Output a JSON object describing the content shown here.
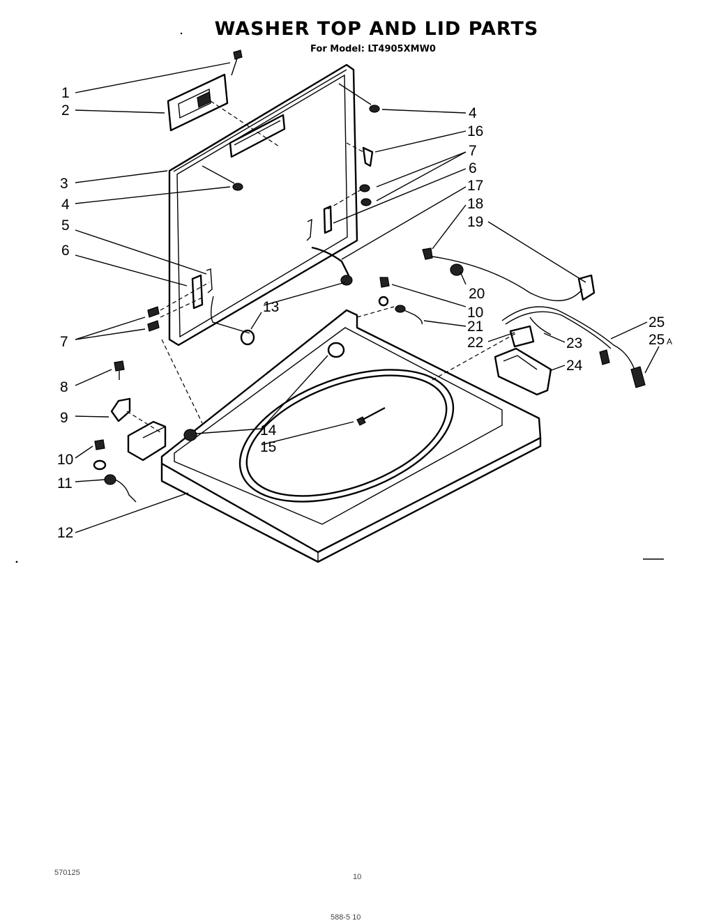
{
  "title": "WASHER TOP AND LID PARTS",
  "subtitle": "For Model: LT4905XMW0",
  "callouts": {
    "c1": "1",
    "c2": "2",
    "c3": "3",
    "c4a": "4",
    "c4b": "4",
    "c5": "5",
    "c6a": "6",
    "c6b": "6",
    "c7a": "7",
    "c7b": "7",
    "c8": "8",
    "c9": "9",
    "c10a": "10",
    "c10b": "10",
    "c11": "11",
    "c12": "12",
    "c13": "13",
    "c14": "14",
    "c15": "15",
    "c16": "16",
    "c17": "17",
    "c18": "18",
    "c19": "19",
    "c20": "20",
    "c21": "21",
    "c22": "22",
    "c23": "23",
    "c24": "24",
    "c25": "25",
    "c25a_num": "25",
    "c25a_suffix": "A"
  },
  "footer": {
    "left_code": "570125",
    "page_mark": "10",
    "bottom_code": "588-5 10"
  },
  "icons": [
    "lid-frame",
    "lid-hinge-bracket",
    "screw",
    "bumper",
    "lid-switch",
    "wire-harness",
    "washer-top-panel",
    "tub-ring-opening",
    "spring",
    "plug-connector"
  ]
}
